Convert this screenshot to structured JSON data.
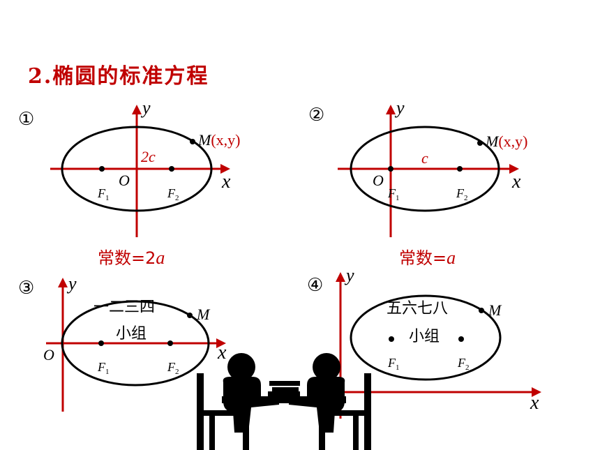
{
  "title": "2.椭圆的标准方程",
  "panels": [
    {
      "num": "①",
      "y": "y",
      "x": "x",
      "o": "O",
      "f1": "F",
      "f1_sub": "1",
      "f2": "F",
      "f2_sub": "2",
      "m": "M",
      "m_coord": "(x,y)",
      "dist": "2c",
      "const_text": "常数=2",
      "const_var": "a"
    },
    {
      "num": "②",
      "y": "y",
      "x": "x",
      "o": "O",
      "f1": "F",
      "f1_sub": "1",
      "f2": "F",
      "f2_sub": "2",
      "m": "M",
      "m_coord": "(x,y)",
      "dist": "c",
      "const_text": "常数=",
      "const_var": "a"
    },
    {
      "num": "③",
      "y": "y",
      "x": "x",
      "o": "O",
      "f1": "F",
      "f1_sub": "1",
      "f2": "F",
      "f2_sub": "2",
      "m": "M",
      "group_top": "一二三四",
      "group_bottom": "小组"
    },
    {
      "num": "④",
      "y": "y",
      "x": "x",
      "f1": "F",
      "f1_sub": "1",
      "f2": "F",
      "f2_sub": "2",
      "m": "M",
      "group_top": "五六七八",
      "group_bottom": "小组"
    }
  ],
  "colors": {
    "accent": "#c00000",
    "ink": "#000000"
  },
  "clipart": "two-people-at-table-icon"
}
